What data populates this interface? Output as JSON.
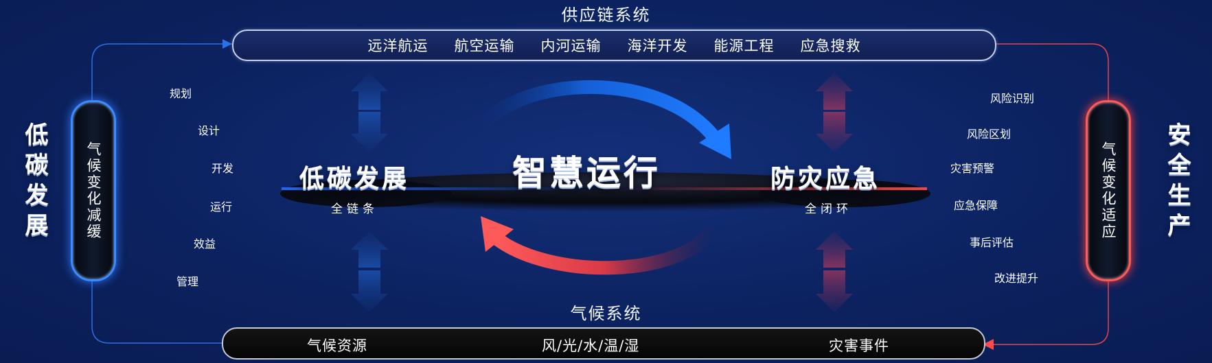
{
  "supply_chain": {
    "title": "供应链系统",
    "items": [
      "远洋航运",
      "航空运输",
      "内河运输",
      "海洋开发",
      "能源工程",
      "应急搜救"
    ]
  },
  "climate": {
    "title": "气候系统",
    "items": [
      "气候资源",
      "风/光/水/温/湿",
      "灾害事件"
    ]
  },
  "left": {
    "side_title": "低碳发展",
    "capsule": "气候变化减缓",
    "steps": [
      "规划",
      "设计",
      "开发",
      "运行",
      "效益",
      "管理"
    ],
    "color": "#3d8cff"
  },
  "right": {
    "side_title": "安全生产",
    "capsule": "气候变化适应",
    "steps": [
      "风险识别",
      "风险区划",
      "灾害预警",
      "应急保障",
      "事后评估",
      "改进提升"
    ],
    "color": "#ff5a5a"
  },
  "center": {
    "main_title": "智慧运行",
    "left_title": "低碳发展",
    "left_sub": "全链条",
    "right_title": "防灾应急",
    "right_sub": "全闭环"
  },
  "colors": {
    "background": "#0d2461",
    "blue_accent": "#1f7bff",
    "red_accent": "#ff4a4a"
  }
}
